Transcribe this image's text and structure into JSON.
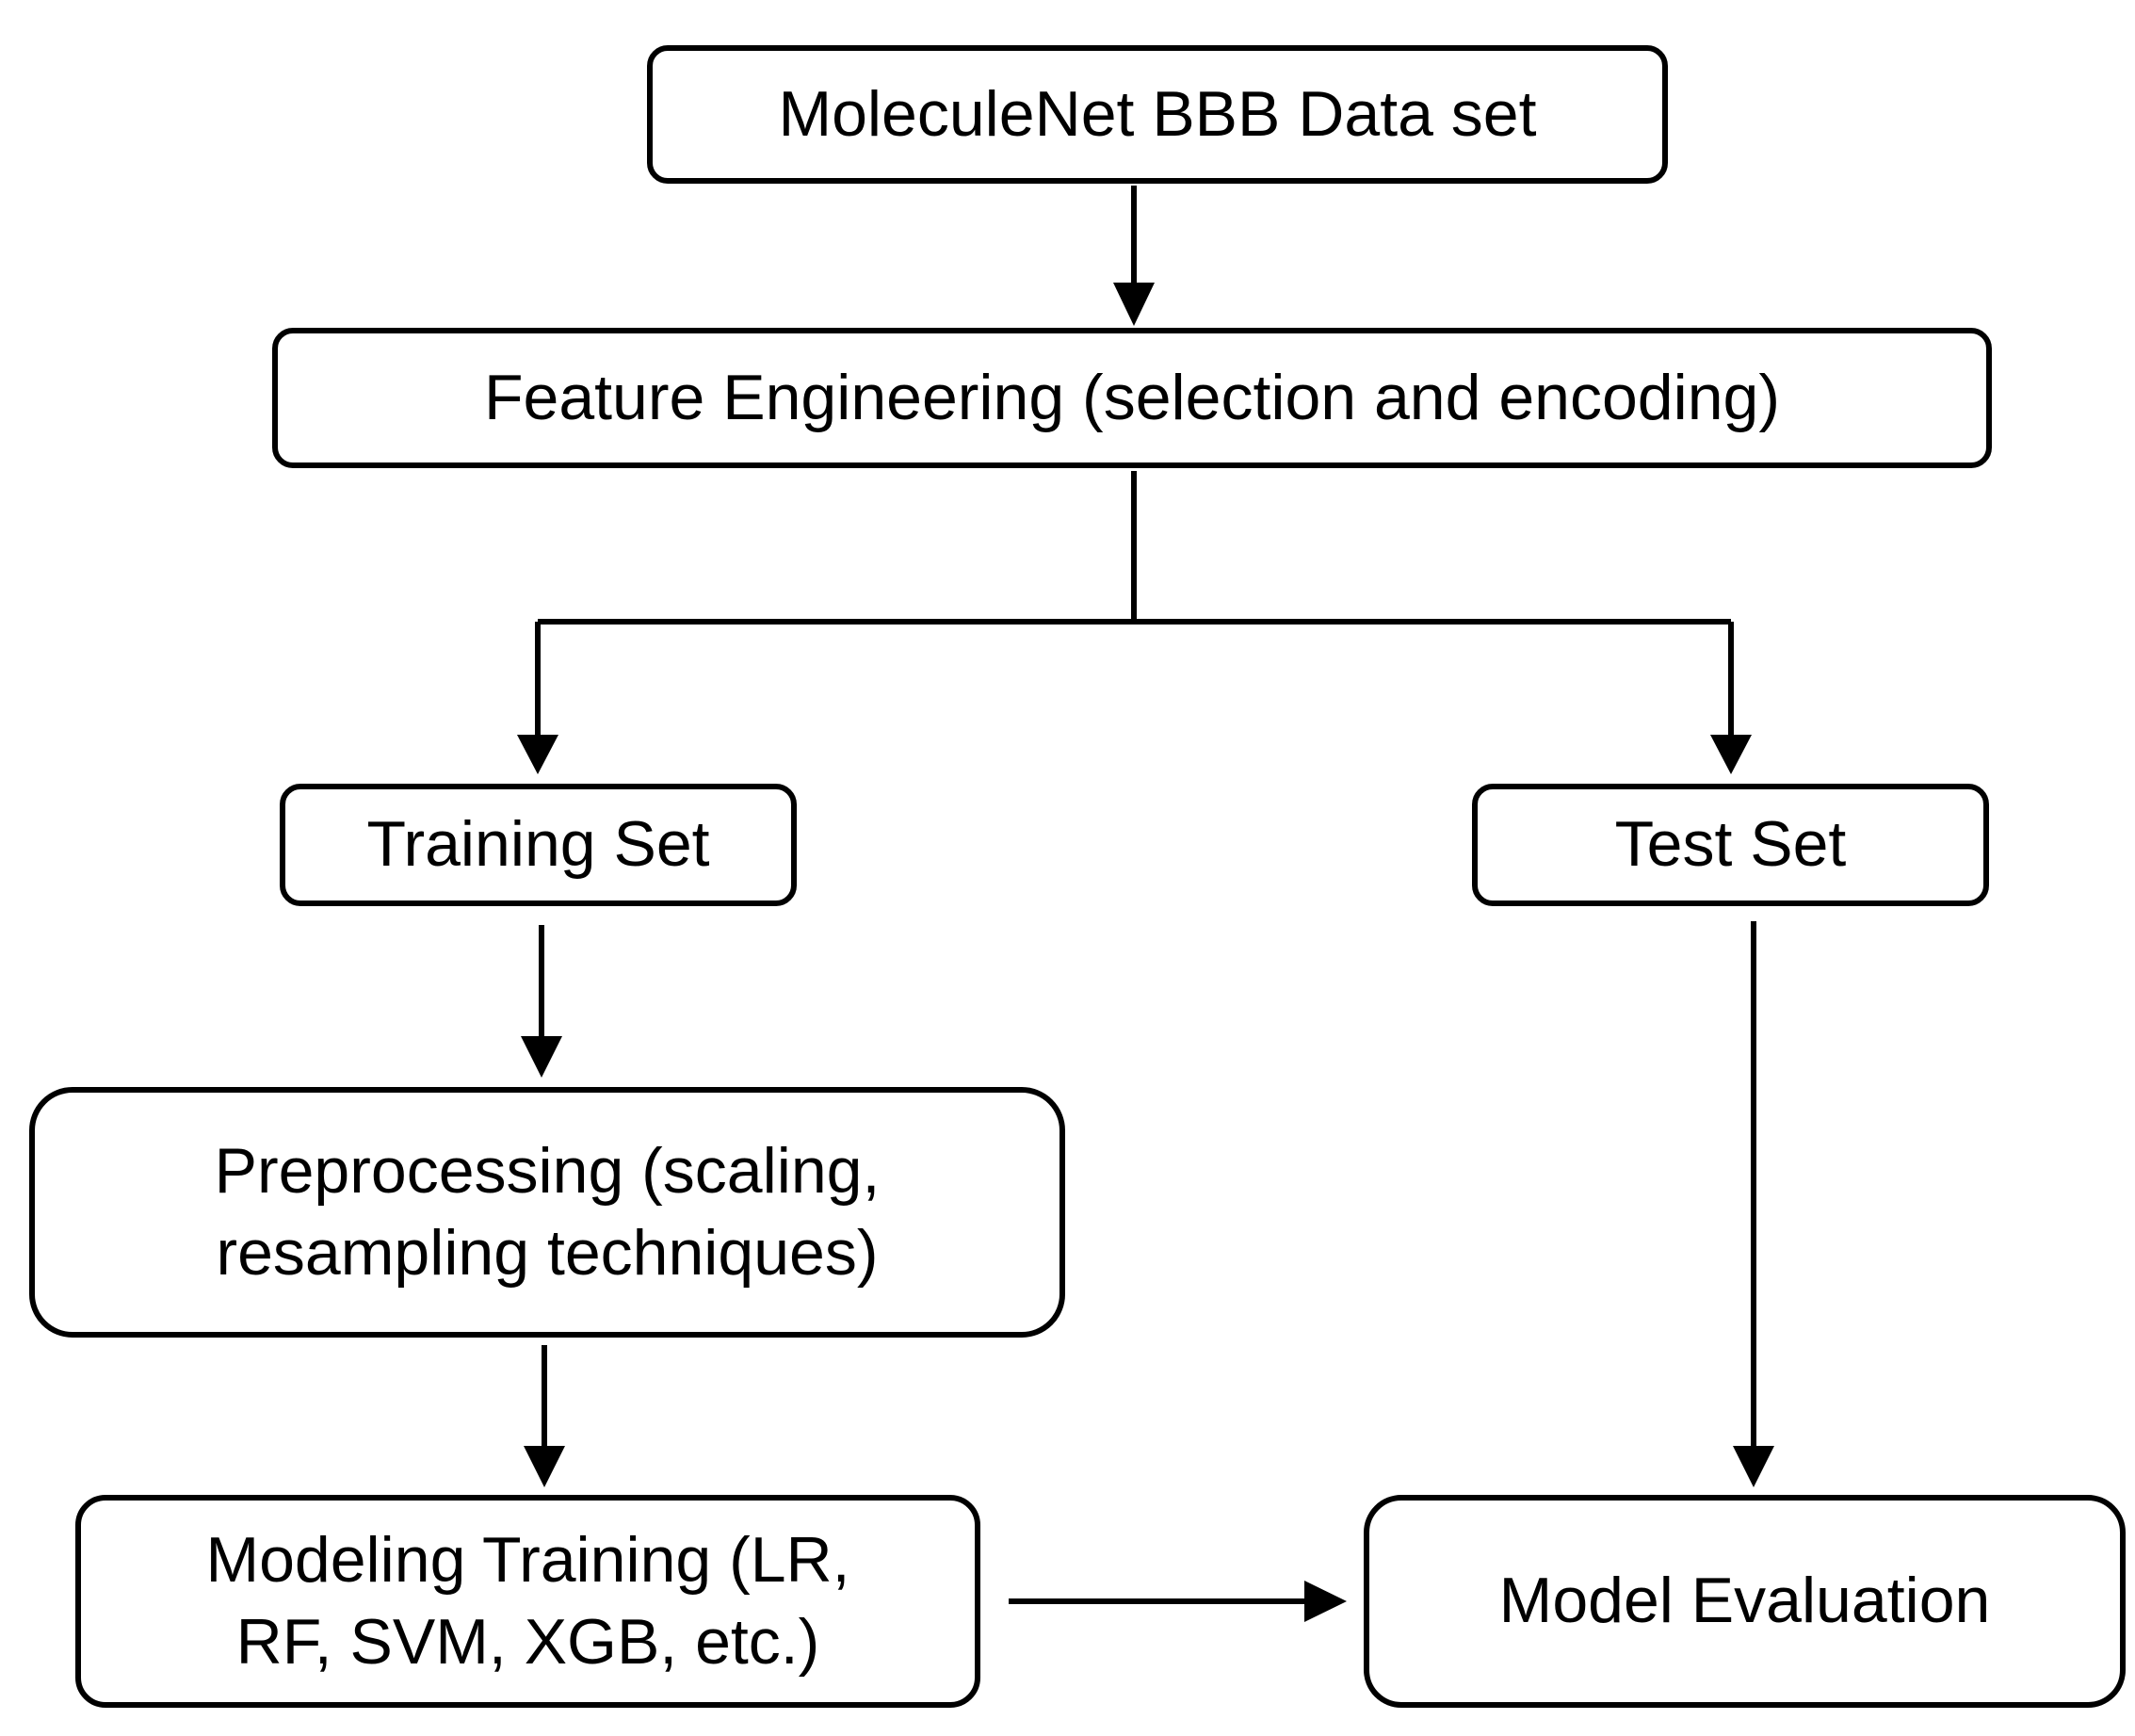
{
  "nodes": {
    "dataset": "MoleculeNet BBB Data set",
    "feature_engineering": "Feature Engineering (selection and encoding)",
    "training_set": "Training Set",
    "test_set": "Test Set",
    "preprocessing": "Preprocessing (scaling,\nresampling techniques)",
    "modeling_training": "Modeling Training (LR,\nRF, SVM, XGB, etc.)",
    "model_evaluation": "Model Evaluation"
  },
  "colors": {
    "stroke": "#000000",
    "background": "#ffffff"
  }
}
